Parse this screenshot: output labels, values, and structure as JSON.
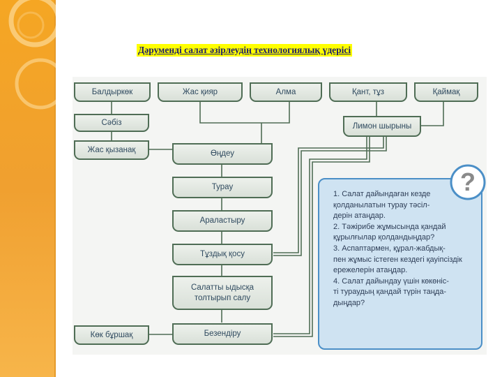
{
  "title": "Дәрумeнді салат әзірлеудің  технологиялық үдерісі",
  "boxes": {
    "baldyrkok": "Балдыркөк",
    "zhas_kiyar": "Жас қияр",
    "alma": "Алма",
    "kant_tuz": "Қант, тұз",
    "kaimak": "Қаймақ",
    "sebiz": "Сәбіз",
    "limon": "Лимон шырыны",
    "zhas_kyzanak": "Жас қызанақ",
    "ondeu": "Өңдеу",
    "turau": "Турау",
    "aralastyru": "Араластыру",
    "tuzdyk": "Тұздық қосу",
    "salatty_1": "Салатты ыдысқа",
    "salatty_2": "толтырып салу",
    "kok_burshak": "Көк бұршақ",
    "bezendiru": "Безендіру"
  },
  "questions": [
    "1. Салат дайындаған кезде",
    "қолданылатын турау тәсіл-",
    "дерін атаңдар.",
    "2. Тәжірибе жұмысында қандай",
    "құрылғылар қолдандыңдар?",
    "3. Аспаптармен, құрал-жабдық-",
    "пен жұмыс істеген кездегі қауіпсіздік",
    "ережелерін атаңдар.",
    "4. Салат дайындау үшін көкөніс-",
    "ті тураудың қандай түрін таңда-",
    "дыңдар?"
  ],
  "qmark": "?",
  "colors": {
    "band": "#f5a623",
    "box_border": "#4f6d55",
    "box_text": "#2f4a5f",
    "panel": "#cfe3f2",
    "panel_border": "#4b8fc7",
    "title_bg": "#ffff00",
    "title_text": "#1d1d6b"
  }
}
